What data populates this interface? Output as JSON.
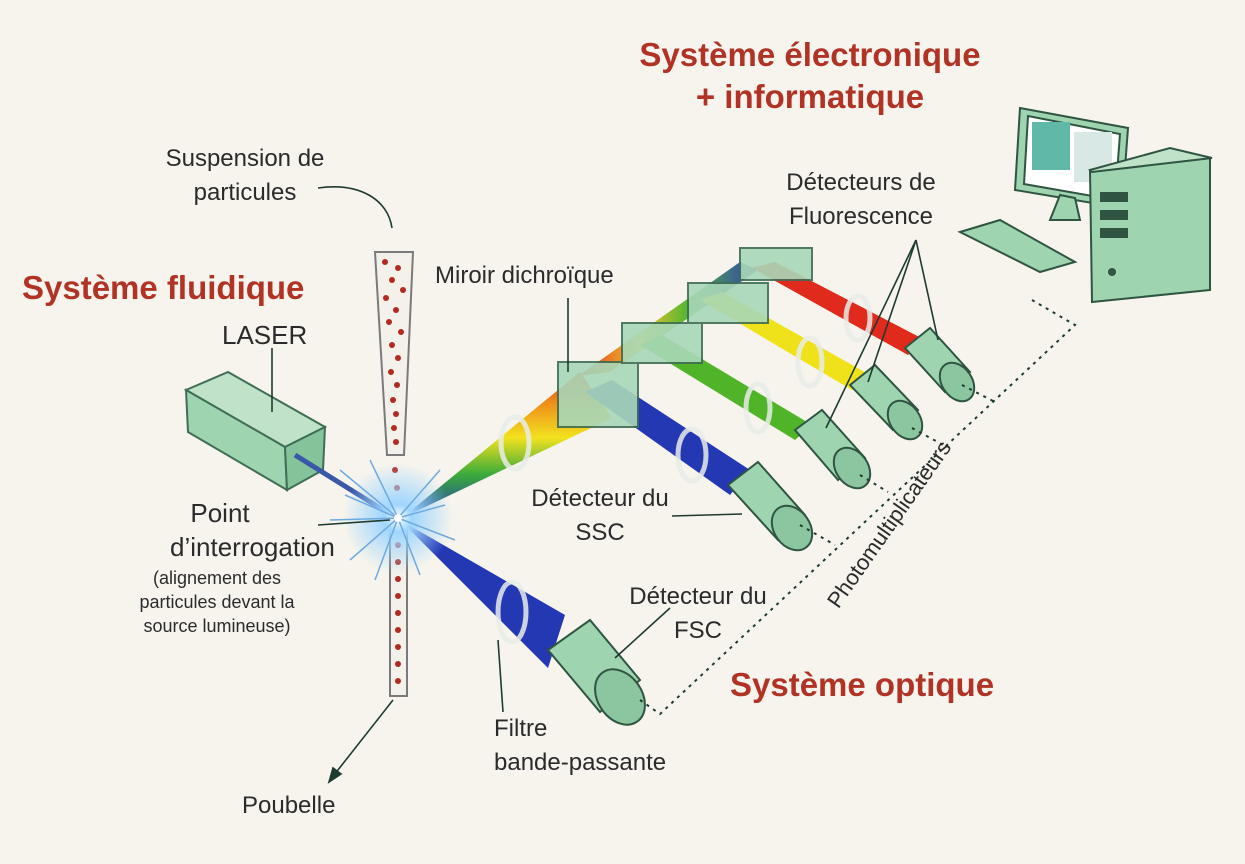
{
  "titles": {
    "fluidique": "Système fluidique",
    "electronique_line1": "Système électronique",
    "electronique_line2": "+ informatique",
    "optique": "Système optique"
  },
  "labels": {
    "suspension_line1": "Suspension de",
    "suspension_line2": "particules",
    "laser": "LASER",
    "point_line1": "Point",
    "point_line2": "d’interrogation",
    "point_note1": "(alignement des",
    "point_note2": "particules devant la",
    "point_note3": "source lumineuse)",
    "poubelle": "Poubelle",
    "miroir": "Miroir dichroïque",
    "detect_fluo_line1": "Détecteurs de",
    "detect_fluo_line2": "Fluorescence",
    "ssc_line1": "Détecteur du",
    "ssc_line2": "SSC",
    "fsc_line1": "Détecteur du",
    "fsc_line2": "FSC",
    "filtre_line1": "Filtre",
    "filtre_line2": "bande-passante",
    "photomultiplicateurs": "Photomultiplicateurs"
  },
  "colors": {
    "title_red": "#b03326",
    "component_green": "#9fd4b0",
    "component_stroke": "#3f6d55",
    "beam_red": "#e02a1c",
    "beam_yellow": "#f0e21a",
    "beam_green": "#4fb428",
    "beam_blue": "#2438b4",
    "particle": "#b22a22",
    "background": "#f6f4ec"
  }
}
